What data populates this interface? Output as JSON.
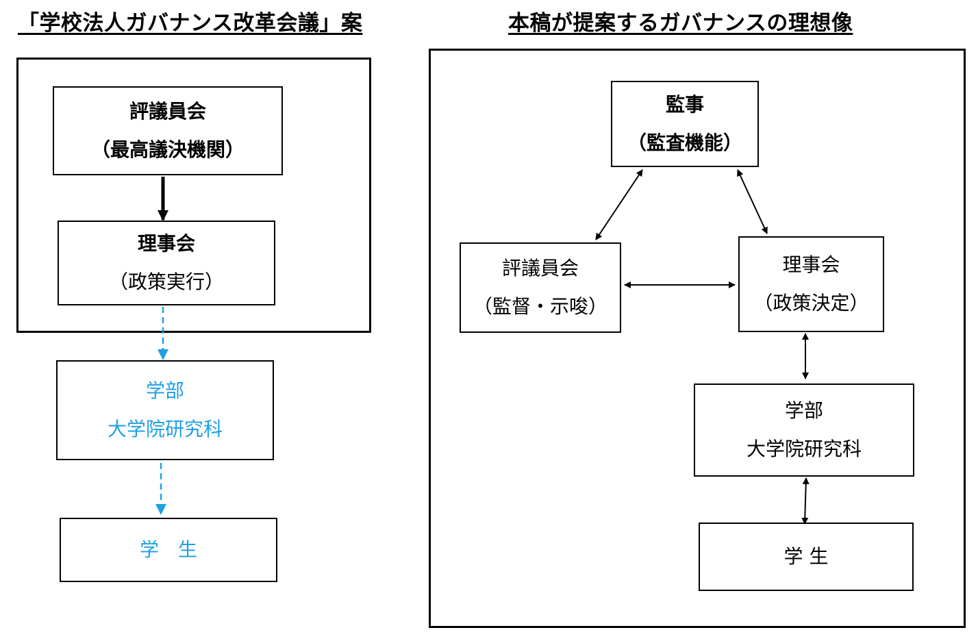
{
  "left_panel": {
    "title": "「学校法人ガバナンス改革会議」案",
    "council": {
      "name": "評議員会",
      "role": "（最高議決機関）"
    },
    "board": {
      "name": "理事会",
      "role": "（政策実行）"
    },
    "faculty": {
      "line1": "学部",
      "line2": "大学院研究科"
    },
    "students": {
      "label": "学　生"
    },
    "colors": {
      "dashed_arrow": "#1ea0e6",
      "faded_text": "#1ea0e6"
    }
  },
  "right_panel": {
    "title": "本稿が提案するガバナンスの理想像",
    "auditor": {
      "name": "監事",
      "role": "（監査機能）"
    },
    "council": {
      "name": "評議員会",
      "role": "（監督・示唆）"
    },
    "board": {
      "name": "理事会",
      "role": "（政策決定）"
    },
    "faculty": {
      "line1": "学部",
      "line2": "大学院研究科"
    },
    "students": {
      "label": "学 生"
    }
  }
}
